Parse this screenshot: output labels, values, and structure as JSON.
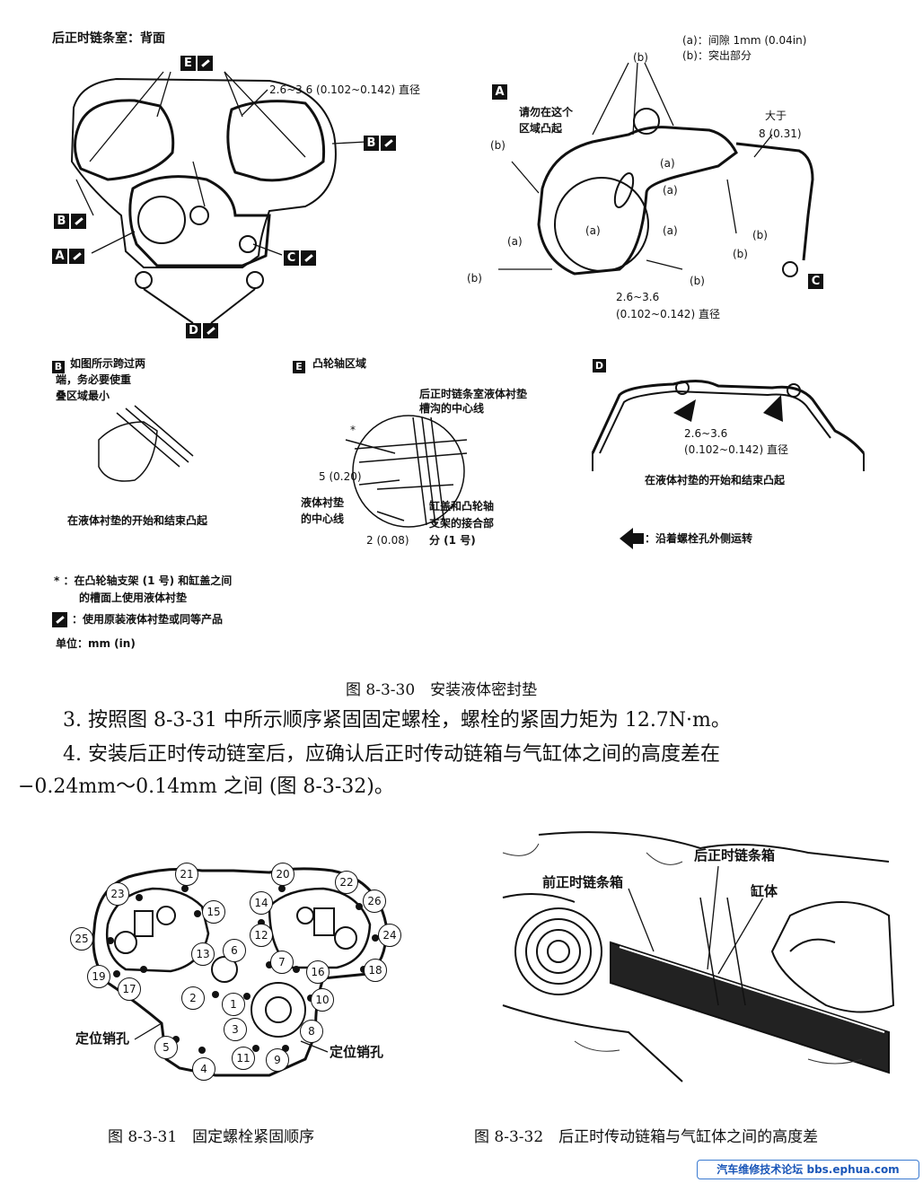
{
  "fig30": {
    "title": "后正时链条室：背面",
    "left": {
      "dim": "2.6~3.6 (0.102~0.142) 直径",
      "tags": [
        "E",
        "B",
        "B",
        "A",
        "C",
        "D"
      ]
    },
    "right": {
      "tag": "A",
      "legend_a": "(a)：间隙 1mm (0.04in)",
      "legend_b": "(b)：突出部分",
      "no_bump_1": "请勿在这个",
      "no_bump_2": "区域凸起",
      "over_1": "大于",
      "over_2": "8 (0.31)",
      "lbl_a": "(a)",
      "lbl_b": "(b)",
      "dim_1": "2.6~3.6",
      "dim_2": "(0.102~0.142) 直径",
      "tag_c": "C"
    },
    "B": {
      "tag": "B",
      "line1": "如图所示跨过两",
      "line2": "端，务必要使重",
      "line3": "叠区域最小",
      "caption": "在液体衬垫的开始和结束凸起"
    },
    "E": {
      "tag": "E",
      "title": "凸轮轴区域",
      "center_1": "后正时链条室液体衬垫",
      "center_2": "槽沟的中心线",
      "star": "*",
      "dim5": "5 (0.20)",
      "liquid_1": "液体衬垫",
      "liquid_2": "的中心线",
      "dim2": "2 (0.08)",
      "joint_1": "缸盖和凸轮轴",
      "joint_2": "支架的接合部",
      "joint_3": "分 (1 号)"
    },
    "D": {
      "tag": "D",
      "dim_1": "2.6~3.6",
      "dim_2": "(0.102~0.142) 直径",
      "caption": "在液体衬垫的开始和结束凸起",
      "arrow_note": "：沿着螺栓孔外侧运转"
    },
    "notes": {
      "star_1": "* ：在凸轮轴支架 (1 号) 和缸盖之间",
      "star_2": "的槽面上使用液体衬垫",
      "pen_note": "：使用原装液体衬垫或同等产品",
      "unit": "单位：mm (in)"
    },
    "caption": "图 8-3-30　安装液体密封垫"
  },
  "paragraphs": {
    "p3": "3. 按照图 8-3-31 中所示顺序紧固固定螺栓，螺栓的紧固力矩为 12.7N·m。",
    "p4a": "4. 安装后正时传动链室后，应确认后正时传动链箱与气缸体之间的高度差在",
    "p4b": "−0.24mm～0.14mm 之间 (图 8-3-32)。"
  },
  "fig31": {
    "numbers": [
      "1",
      "2",
      "3",
      "4",
      "5",
      "6",
      "7",
      "8",
      "9",
      "10",
      "11",
      "12",
      "13",
      "14",
      "15",
      "16",
      "17",
      "18",
      "19",
      "20",
      "21",
      "22",
      "23",
      "24",
      "25",
      "26"
    ],
    "dowel_left": "定位销孔",
    "dowel_right": "定位销孔",
    "caption": "图 8-3-31　固定螺栓紧固顺序"
  },
  "fig32": {
    "rear_case": "后正时链条箱",
    "front_case": "前正时链条箱",
    "block": "缸体",
    "caption": "图 8-3-32　后正时传动链箱与气缸体之间的高度差"
  },
  "watermark": "汽车维修技术论坛 bbs.ephua.com"
}
